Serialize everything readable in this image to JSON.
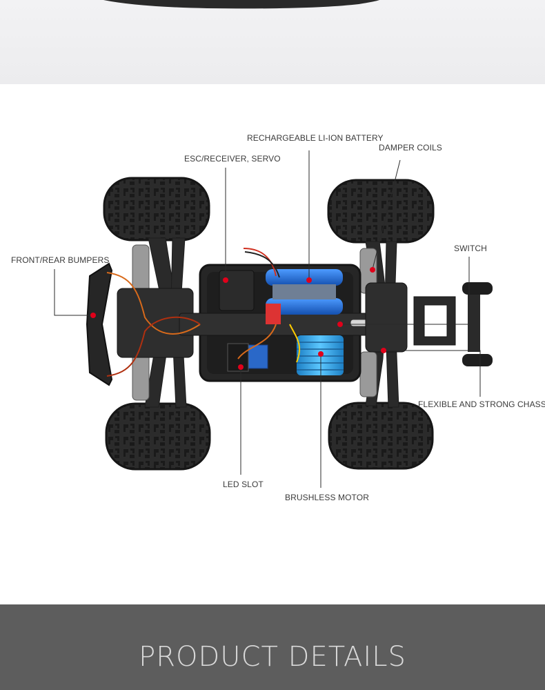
{
  "callouts": {
    "battery": "RECHARGEABLE LI-ION BATTERY",
    "damper": "DAMPER COILS",
    "esc": "ESC/RECEIVER, SERVO",
    "switch": "SWITCH",
    "bumpers": "FRONT/REAR BUMPERS",
    "chassis": "FLEXIBLE AND STRONG CHASSIS",
    "led": "LED SLOT",
    "motor": "BRUSHLESS MOTOR"
  },
  "footer": {
    "title": "PRODUCT DETAILS"
  },
  "colors": {
    "footer_bg": "#5d5d5d",
    "marker": "#e0001a",
    "battery": "#1e6fd9",
    "motor": "#2fa0e6"
  }
}
